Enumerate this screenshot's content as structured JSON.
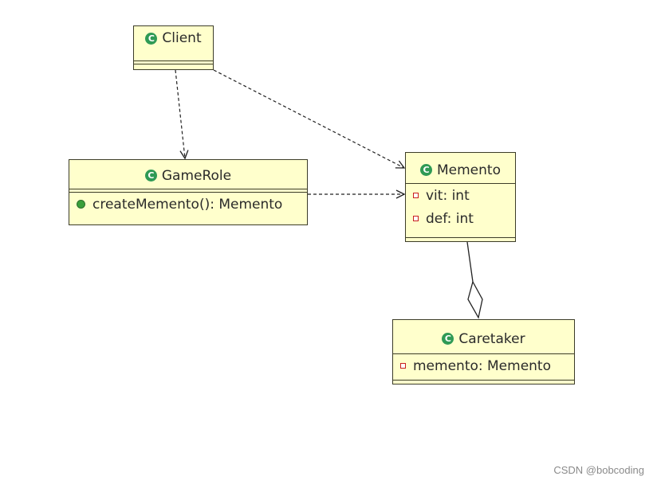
{
  "classes": {
    "client": {
      "name": "Client"
    },
    "gamerole": {
      "name": "GameRole",
      "methods": [
        "createMemento(): Memento"
      ]
    },
    "memento": {
      "name": "Memento",
      "attributes": [
        "vit: int",
        "def: int"
      ]
    },
    "caretaker": {
      "name": "Caretaker",
      "attributes": [
        "memento: Memento"
      ]
    }
  },
  "relations": [
    {
      "from": "Client",
      "to": "GameRole",
      "type": "dependency"
    },
    {
      "from": "Client",
      "to": "Memento",
      "type": "dependency"
    },
    {
      "from": "GameRole",
      "to": "Memento",
      "type": "dependency"
    },
    {
      "from": "Caretaker",
      "to": "Memento",
      "type": "aggregation"
    }
  ],
  "class_icon": "class-c-icon",
  "colors": {
    "class_fill": "#ffffcc",
    "class_icon": "#2f9a55",
    "private_marker": "#c81e1e"
  },
  "watermark": "CSDN @bobcoding"
}
